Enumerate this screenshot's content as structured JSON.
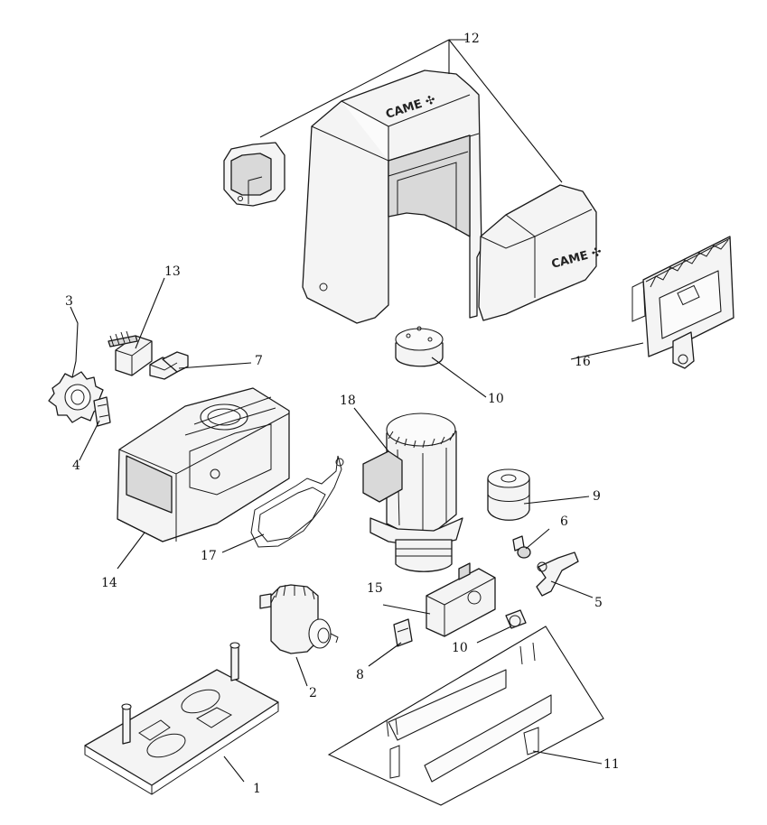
{
  "callouts": {
    "c1": "1",
    "c2": "2",
    "c3": "3",
    "c4": "4",
    "c5": "5",
    "c6": "6",
    "c7": "7",
    "c8": "8",
    "c9": "9",
    "c10a": "10",
    "c10b": "10",
    "c11": "11",
    "c12": "12",
    "c13": "13",
    "c14": "14",
    "c15": "15",
    "c16": "16",
    "c17": "17",
    "c18": "18"
  },
  "brand": {
    "cover_logo": "CAME ✣",
    "side_cover_logo": "CAME ✣"
  }
}
